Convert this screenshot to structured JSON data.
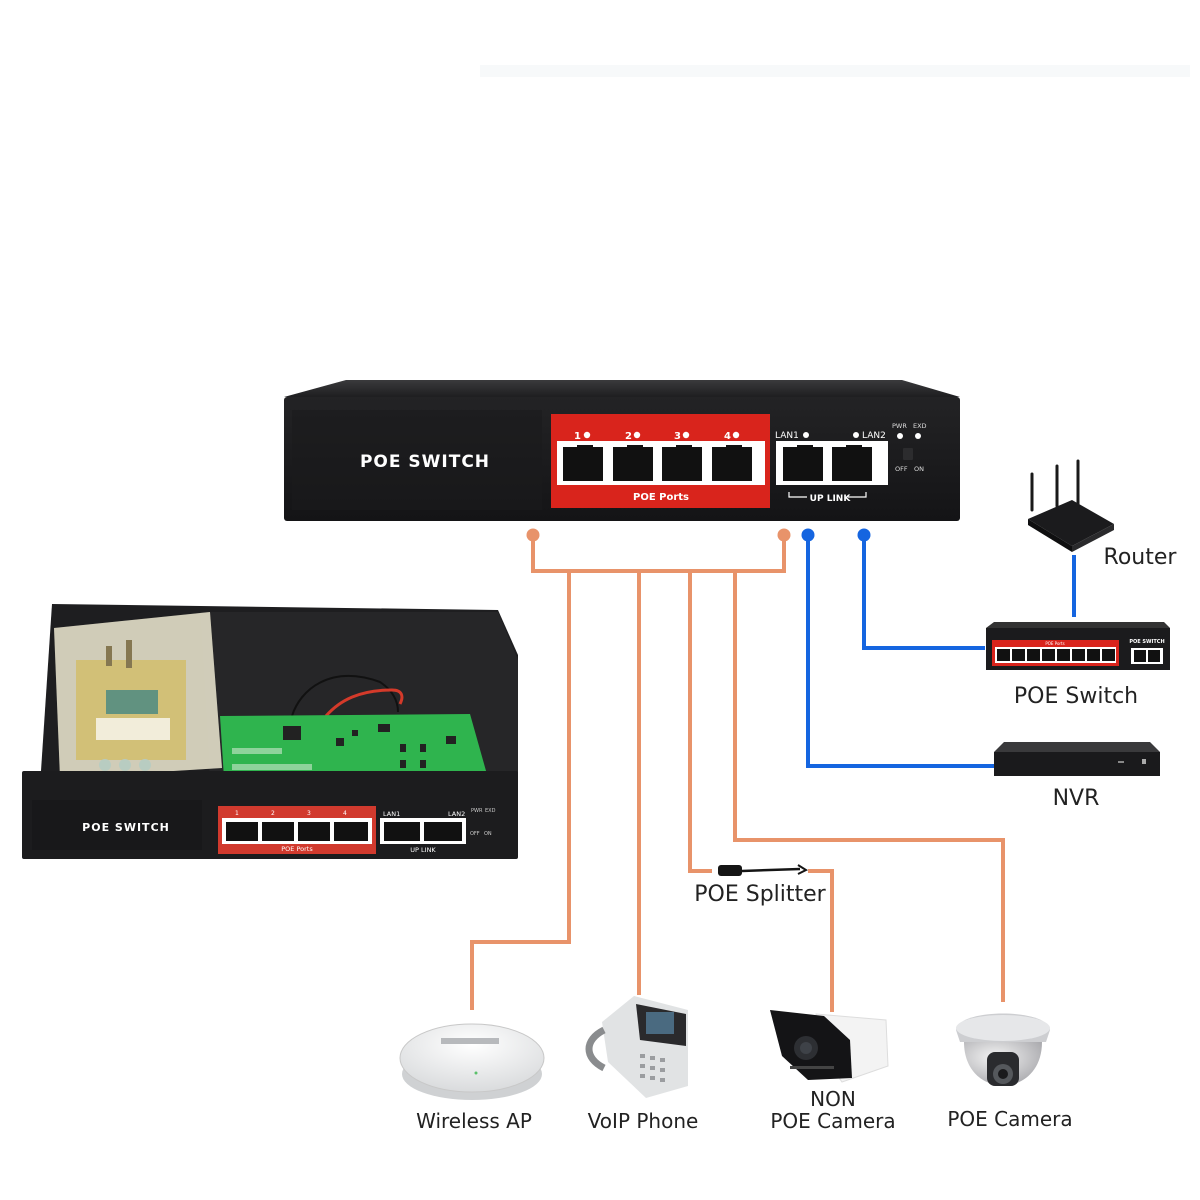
{
  "diagram": {
    "title": "POE Switch network topology",
    "colors": {
      "poe_line": "#e8936a",
      "uplink_line": "#1565e0",
      "switch_body": "#1b1b1d",
      "poe_panel": "#d9241c",
      "port_frame": "#ffffff"
    },
    "main_switch": {
      "brand_label": "POE SWITCH",
      "poe_ports": [
        "1",
        "2",
        "3",
        "4"
      ],
      "poe_ports_caption": "POE Ports",
      "uplink_ports": [
        "LAN1",
        "LAN2"
      ],
      "uplink_caption": "UP LINK",
      "indicators": [
        "PWR",
        "EXD"
      ],
      "switch_states": [
        "OFF",
        "ON"
      ]
    },
    "open_switch": {
      "brand_label": "POE SWITCH",
      "poe_ports": [
        "1",
        "2",
        "3",
        "4"
      ],
      "poe_ports_caption": "POE Ports",
      "uplink_ports": [
        "LAN1",
        "LAN2"
      ],
      "uplink_caption": "UP LINK",
      "indicators": [
        "PWR",
        "EXD"
      ],
      "switch_states": [
        "OFF",
        "ON"
      ]
    },
    "uplink_devices": [
      {
        "id": "router",
        "label": "Router"
      },
      {
        "id": "poe-switch-8",
        "label": "POE Switch",
        "brand_label": "POE SWITCH",
        "ports_caption": "POE Ports"
      },
      {
        "id": "nvr",
        "label": "NVR"
      }
    ],
    "inline_components": [
      {
        "id": "poe-splitter",
        "label": "POE Splitter"
      }
    ],
    "endpoint_devices": [
      {
        "id": "wireless-ap",
        "label": "Wireless AP"
      },
      {
        "id": "voip-phone",
        "label": "VoIP Phone"
      },
      {
        "id": "non-poe-camera",
        "label_line1": "NON",
        "label_line2": "POE Camera"
      },
      {
        "id": "poe-camera",
        "label": "POE Camera"
      }
    ]
  }
}
